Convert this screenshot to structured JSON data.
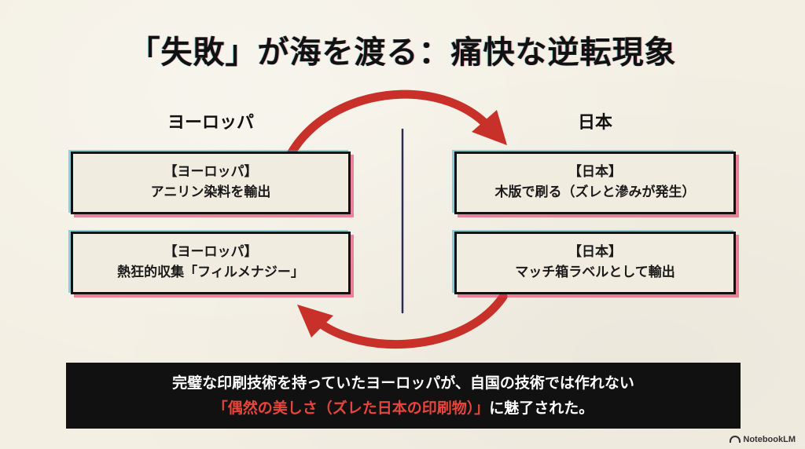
{
  "title": "「失敗」が海を渡る：痛快な逆転現象",
  "left": {
    "heading": "ヨーロッパ",
    "boxes": [
      {
        "tag": "【ヨーロッパ】",
        "text": "アニリン染料を輸出"
      },
      {
        "tag": "【ヨーロッパ】",
        "text": "熱狂的収集「フィルメナジー」"
      }
    ]
  },
  "right": {
    "heading": "日本",
    "boxes": [
      {
        "tag": "【日本】",
        "text": "木版で刷る（ズレと滲みが発生）"
      },
      {
        "tag": "【日本】",
        "text": "マッチ箱ラベルとして輸出"
      }
    ]
  },
  "banner": {
    "line1": "完璧な印刷技術を持っていたヨーロッパが、自国の技術では作れない",
    "highlight": "「偶然の美しさ（ズレた日本の印刷物）」",
    "line2_rest": "に魅了された。"
  },
  "brand": "NotebookLM",
  "colors": {
    "background": "#f3efe3",
    "arrow": "#c8302a",
    "banner_bg": "#111111",
    "highlight": "#e8453c"
  }
}
